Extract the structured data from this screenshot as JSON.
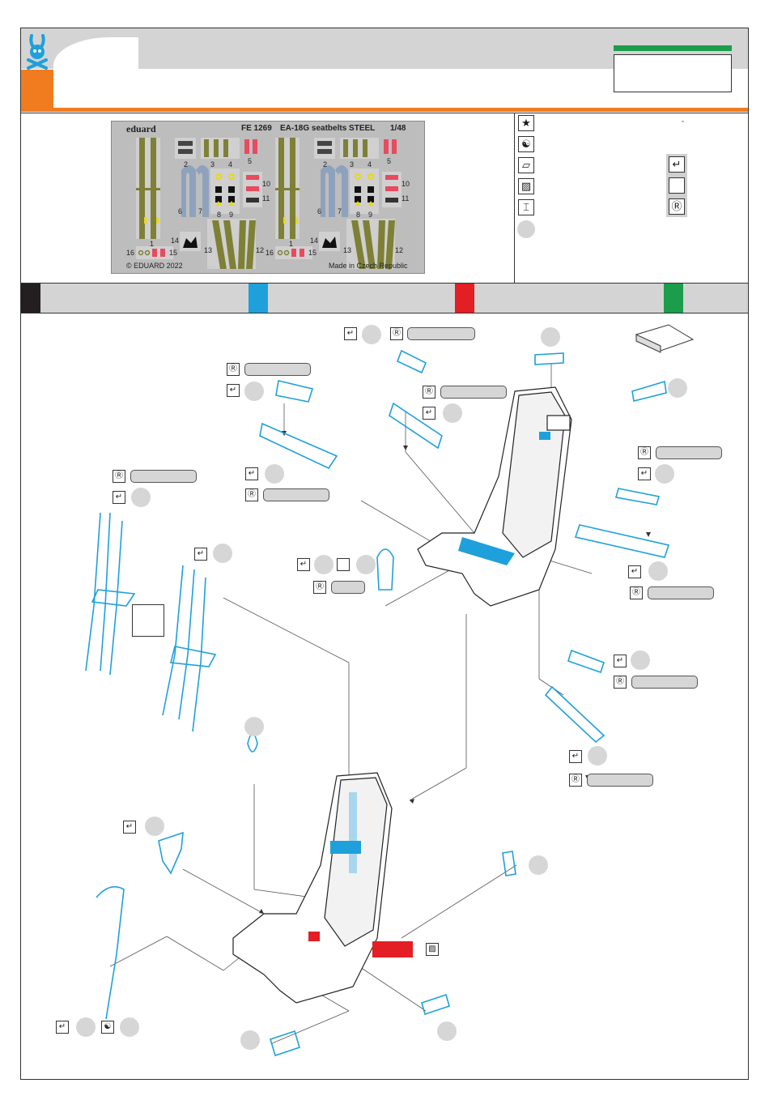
{
  "header": {
    "brand": "eduard",
    "product_code": "FE 1269",
    "product_name": "EA-18G seatbelts STEEL",
    "scale": "1/48",
    "accent_orange": "#f07c1f",
    "accent_green": "#1b9d4b"
  },
  "fret": {
    "copyright": "© EDUARD 2022",
    "origin": "Made in Czech Republic",
    "part_numbers_left": [
      "1",
      "2",
      "3",
      "4",
      "5",
      "6",
      "7",
      "8",
      "9",
      "10",
      "11",
      "12",
      "13",
      "14",
      "15",
      "16"
    ],
    "part_numbers_right": [
      "1",
      "2",
      "3",
      "4",
      "5",
      "6",
      "7",
      "8",
      "9",
      "10",
      "11",
      "12",
      "13",
      "14",
      "15",
      "16"
    ]
  },
  "legend": {
    "icons": [
      "star-icon",
      "yin-yang-icon",
      "plate-icon",
      "hatch-icon",
      "screw-icon"
    ],
    "right_icons": [
      "bend-icon",
      "empty-box-icon",
      "r-circle-icon"
    ],
    "tick": "ˇ"
  },
  "color_row": {
    "colors": [
      "#231f20",
      "#1ea0db",
      "#e31e24",
      "#1b9d4b"
    ]
  },
  "diagram": {
    "callouts": [
      {
        "id": "c1"
      },
      {
        "id": "c2"
      },
      {
        "id": "c3"
      },
      {
        "id": "c4"
      },
      {
        "id": "c5"
      },
      {
        "id": "c6"
      },
      {
        "id": "c7"
      },
      {
        "id": "c8"
      },
      {
        "id": "c9"
      },
      {
        "id": "c10"
      }
    ]
  }
}
